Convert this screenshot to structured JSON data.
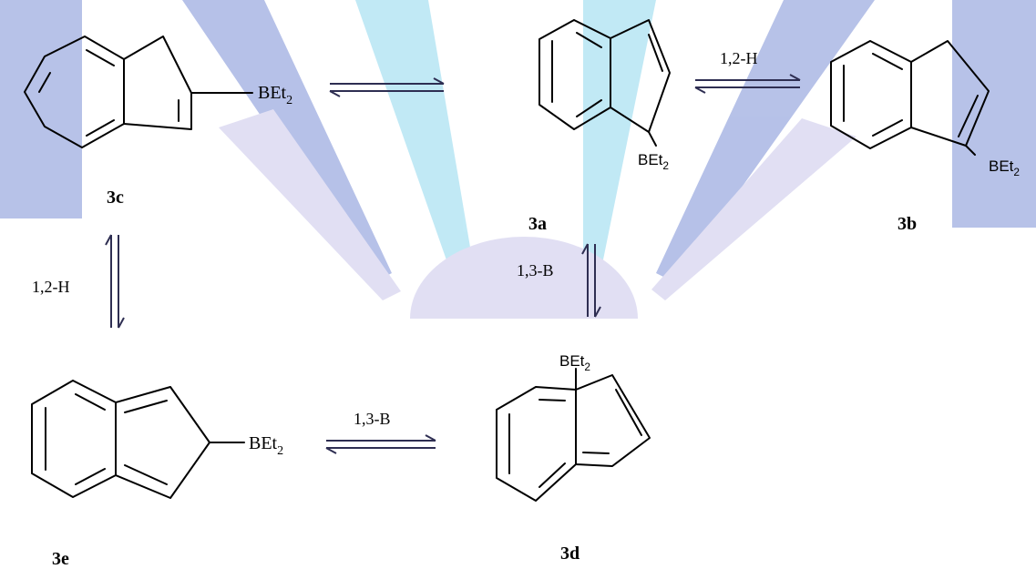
{
  "colors": {
    "watermark_blue": "#7b8fd6",
    "watermark_cyan": "#8fd8ee",
    "watermark_lavender": "#c9c6ea",
    "arrow": "#2e2e52",
    "bond": "#000000"
  },
  "group": {
    "prefix": "BEt",
    "subscript": "2"
  },
  "compounds": {
    "c3c": {
      "label": "3c"
    },
    "c3a": {
      "label": "3a"
    },
    "c3b": {
      "label": "3b"
    },
    "c3e": {
      "label": "3e"
    },
    "c3d": {
      "label": "3d"
    }
  },
  "arrows": {
    "c_a": {
      "label": ""
    },
    "a_b": {
      "label": "1,2-H"
    },
    "c_e": {
      "label": "1,2-H"
    },
    "a_d": {
      "label": "1,3-B"
    },
    "e_d": {
      "label": "1,3-B"
    }
  }
}
